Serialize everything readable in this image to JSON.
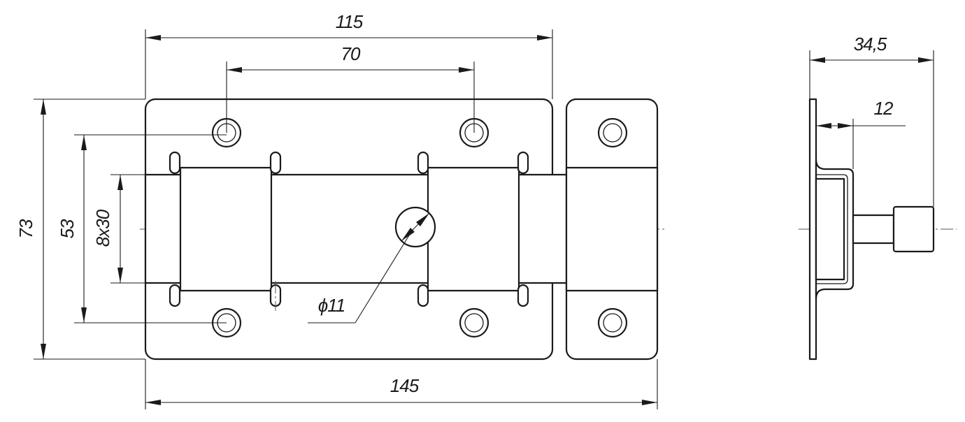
{
  "dimensions": {
    "overall_width": "145",
    "plate_width": "115",
    "hole_spacing": "70",
    "height": "73",
    "hole_vertical_spacing": "53",
    "bolt_section": "8x30",
    "knob_diameter": "ϕ11",
    "side_depth": "34,5",
    "side_offset": "12"
  },
  "colors": {
    "line": "#1a1a1a",
    "background": "#ffffff"
  }
}
